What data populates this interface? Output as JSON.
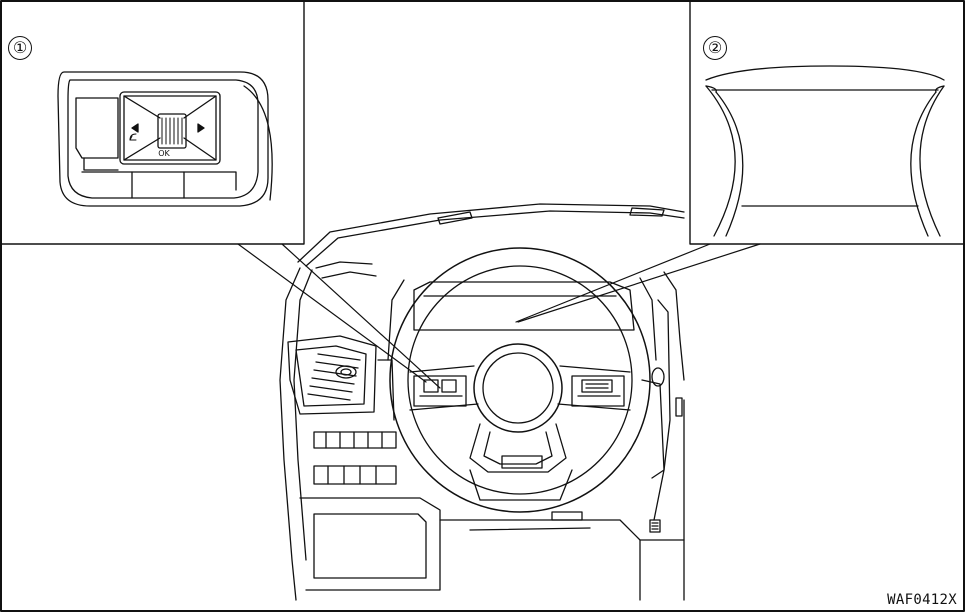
{
  "callouts": [
    {
      "id": "1",
      "label": "①",
      "target": "steering-switch"
    },
    {
      "id": "2",
      "label": "②",
      "target": "meter-display"
    }
  ],
  "inset_1": {
    "button_text": "OK"
  },
  "figure_code": "WAF0412X",
  "colors": {
    "line": "#111111",
    "background": "#ffffff"
  }
}
